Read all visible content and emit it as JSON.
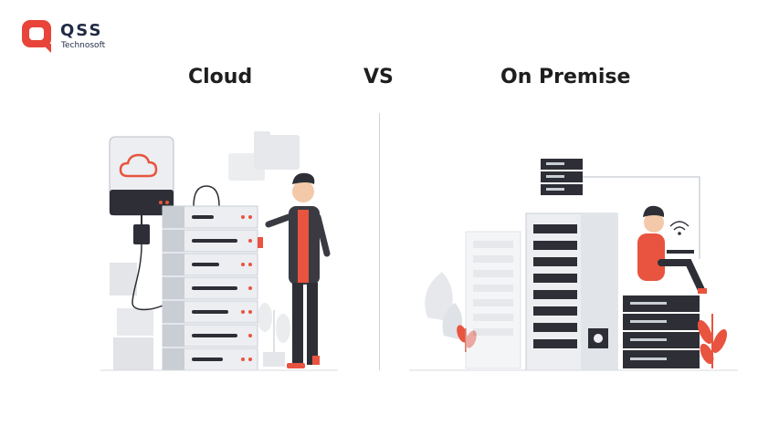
{
  "brand": {
    "name": "QSS",
    "tagline": "Technosoft",
    "color": "#e8443a"
  },
  "headings": {
    "left": "Cloud",
    "middle": "VS",
    "right": "On Premise"
  },
  "colors": {
    "accent": "#e8543f",
    "server_body": "#eceef1",
    "server_shade": "#c9ced5",
    "dark": "#2e2f36",
    "text": "#1e1e1e"
  },
  "icons": {
    "cloud_device": "cloud-icon",
    "server_rack": "server-rack-icon",
    "person": "person-icon",
    "wifi": "wifi-icon",
    "plant": "plant-icon"
  }
}
